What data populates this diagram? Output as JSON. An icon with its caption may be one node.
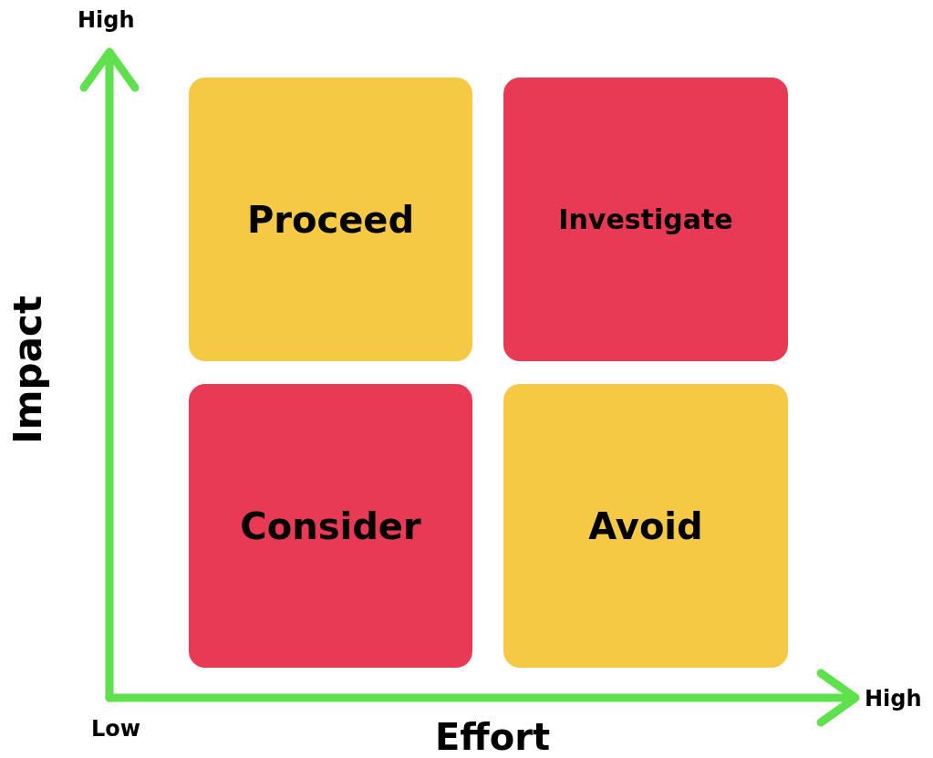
{
  "diagram": {
    "nodes": [
      {
        "text": [
          "Proceed"
        ]
      },
      {
        "text": [
          "Investigate"
        ]
      },
      {
        "text": [
          "Consider"
        ]
      },
      {
        "text": [
          "Avoid"
        ]
      }
    ],
    "labels": [
      "High",
      "Impact",
      "Low",
      "Effort",
      "High"
    ]
  }
}
